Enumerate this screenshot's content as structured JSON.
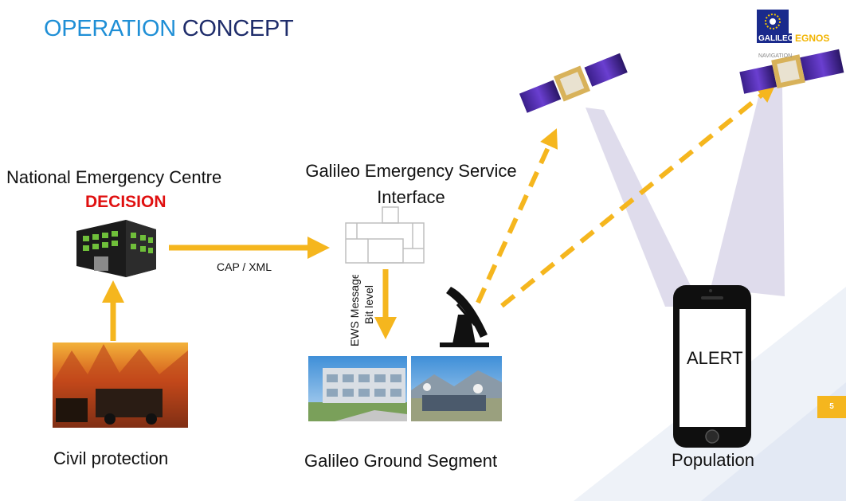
{
  "title": {
    "part1": "OPERATION",
    "part2": "CONCEPT"
  },
  "nodes": {
    "national_emergency_centre": "National Emergency Centre",
    "decision": "DECISION",
    "galileo_interface_line1": "Galileo Emergency Service",
    "galileo_interface_line2": "Interface",
    "civil_protection": "Civil protection",
    "ground_segment": "Galileo Ground Segment",
    "population": "Population"
  },
  "edges": {
    "cap_xml": "CAP / XML",
    "ews_line1": "EWS Message",
    "ews_line2": "Bit level"
  },
  "phone": {
    "screen_text": "ALERT"
  },
  "logo": {
    "galileo": "GALILEO",
    "egnos": "EGNOS",
    "tagline": "NAVIGATION"
  },
  "page_number": "5",
  "colors": {
    "arrow": "#f5b61e",
    "title_blue": "#1f8fd6",
    "title_navy": "#1f2d6b",
    "decision_red": "#e01010",
    "beam": "#dcd8ea"
  },
  "icons": [
    "building-icon",
    "floorplan-icon",
    "satellite-dish-icon",
    "satellite-icon",
    "smartphone-icon",
    "fire-photo",
    "ground-station-photo"
  ]
}
